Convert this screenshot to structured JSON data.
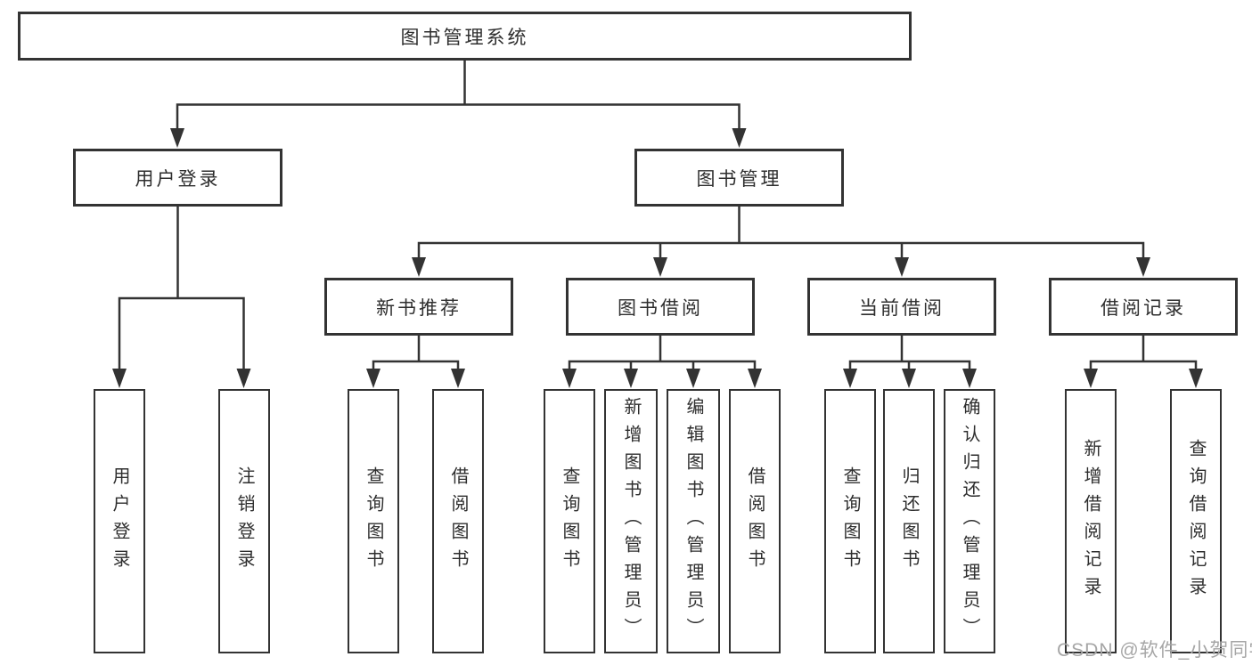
{
  "diagram": {
    "root": {
      "label": "图书管理系统"
    },
    "level2": [
      {
        "id": "user-login",
        "label": "用户登录"
      },
      {
        "id": "book-management",
        "label": "图书管理"
      }
    ],
    "level3": [
      {
        "id": "new-book-recommendation",
        "label": "新书推荐"
      },
      {
        "id": "book-borrowing",
        "label": "图书借阅"
      },
      {
        "id": "current-borrowing",
        "label": "当前借阅"
      },
      {
        "id": "borrowing-records",
        "label": "借阅记录"
      }
    ],
    "leaves": [
      {
        "id": "user-login-leaf",
        "label": "用户登录"
      },
      {
        "id": "logout",
        "label": "注销登录"
      },
      {
        "id": "search-books-1",
        "label": "查询图书"
      },
      {
        "id": "borrow-books-1",
        "label": "借阅图书"
      },
      {
        "id": "search-books-2",
        "label": "查询图书"
      },
      {
        "id": "add-books-admin",
        "label": "新增图书（管理员）"
      },
      {
        "id": "edit-books-admin",
        "label": "编辑图书（管理员）"
      },
      {
        "id": "borrow-books-2",
        "label": "借阅图书"
      },
      {
        "id": "search-books-3",
        "label": "查询图书"
      },
      {
        "id": "return-books",
        "label": "归还图书"
      },
      {
        "id": "confirm-return-admin",
        "label": "确认归还（管理员）"
      },
      {
        "id": "add-borrow-record",
        "label": "新增借阅记录"
      },
      {
        "id": "search-borrow-record",
        "label": "查询借阅记录"
      }
    ]
  },
  "watermark": "CSDN @软件_小贺同学",
  "colors": {
    "line": "#333333",
    "text": "#2e2e2e",
    "watermark": "#a6a6a6",
    "background": "#ffffff"
  }
}
